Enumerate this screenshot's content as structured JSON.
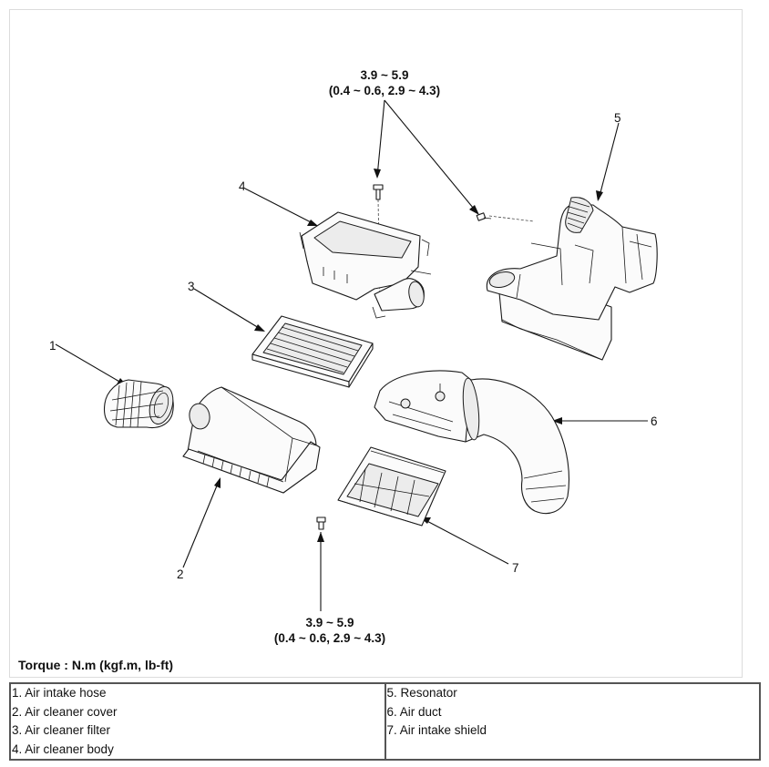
{
  "diagram": {
    "torque_top": {
      "line1": "3.9 ~ 5.9",
      "line2": "(0.4 ~ 0.6, 2.9 ~ 4.3)"
    },
    "torque_bottom": {
      "line1": "3.9 ~ 5.9",
      "line2": "(0.4 ~ 0.6, 2.9 ~ 4.3)"
    },
    "callouts": [
      "1",
      "2",
      "3",
      "4",
      "5",
      "6",
      "7"
    ],
    "torque_unit_note": "Torque : N.m (kgf.m, lb-ft)"
  },
  "legend": {
    "left": [
      "1. Air intake hose",
      "2. Air cleaner cover",
      "3. Air cleaner filter",
      "4. Air cleaner body"
    ],
    "right": [
      "5. Resonator",
      "6. Air duct",
      "7. Air intake shield"
    ]
  }
}
